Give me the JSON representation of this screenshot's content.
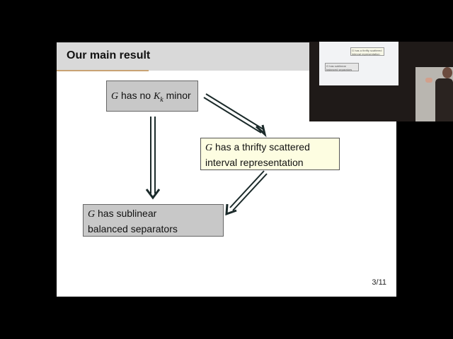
{
  "slide": {
    "title": "Our main result",
    "page_number": "3/11",
    "boxes": {
      "no_minor": {
        "var": "G",
        "text": " has no ",
        "minor": "K",
        "minor_sub": "k",
        "suffix": " minor"
      },
      "thrifty": {
        "var": "G",
        "line1": " has a thrifty scattered",
        "line2": "interval representation"
      },
      "separators": {
        "var": "G",
        "line1": " has sublinear",
        "line2": "balanced separators"
      }
    }
  },
  "pip": {
    "mini_box_1": "G has a thrifty scattered interval representation",
    "mini_box_2": "G has sublinear balanced separators"
  }
}
